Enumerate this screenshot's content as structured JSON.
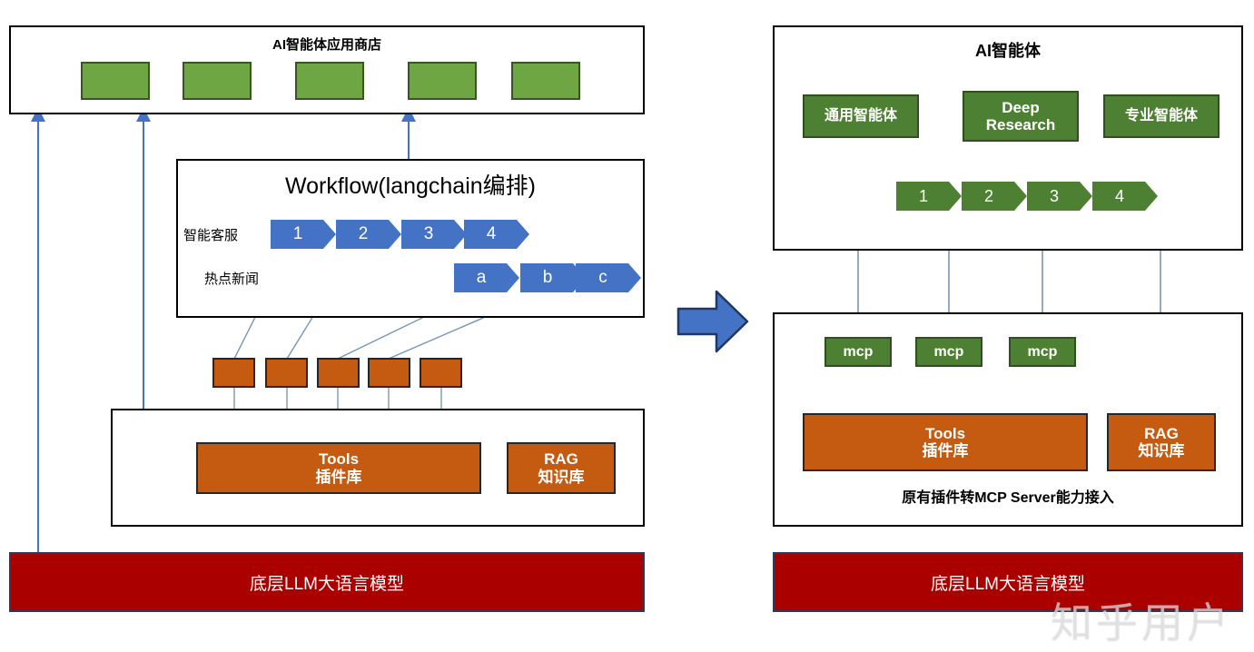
{
  "left": {
    "store_panel": {
      "title": "AI智能体应用商店",
      "app_tiles": [
        "",
        "",
        "",
        "",
        ""
      ]
    },
    "workflow_panel": {
      "title": "Workflow(langchain编排)",
      "row1_label": "智能客服",
      "row2_label": "热点新闻",
      "row1_steps": [
        "1",
        "2",
        "3",
        "4"
      ],
      "row2_steps": [
        "a",
        "b",
        "c"
      ]
    },
    "plugin_tiles": [
      "",
      "",
      "",
      "",
      ""
    ],
    "capability_panel": {
      "tools": {
        "line1": "Tools",
        "line2": "插件库"
      },
      "rag": {
        "line1": "RAG",
        "line2": "知识库"
      }
    },
    "llm_bar": "底层LLM大语言模型"
  },
  "transition": {
    "arrow_icon": "right-arrow-icon"
  },
  "right": {
    "agent_panel": {
      "title": "AI智能体",
      "agents": [
        {
          "line1": "通用智能体",
          "line2": ""
        },
        {
          "line1": "Deep",
          "line2": "Research"
        },
        {
          "line1": "专业智能体",
          "line2": ""
        }
      ],
      "steps": [
        "1",
        "2",
        "3",
        "4"
      ]
    },
    "mcp_panel": {
      "mcp_tiles": [
        "mcp",
        "mcp",
        "mcp"
      ],
      "tools": {
        "line1": "Tools",
        "line2": "插件库"
      },
      "rag": {
        "line1": "RAG",
        "line2": "知识库"
      },
      "footer": "原有插件转MCP Server能力接入"
    },
    "llm_bar": "底层LLM大语言模型"
  },
  "watermark": "知乎用户",
  "colors": {
    "green_light": "#6EA644",
    "green_dark": "#4E8034",
    "orange": "#C55A11",
    "blue": "#4472C4",
    "red": "#AA0000",
    "connector": "#7896B4"
  }
}
